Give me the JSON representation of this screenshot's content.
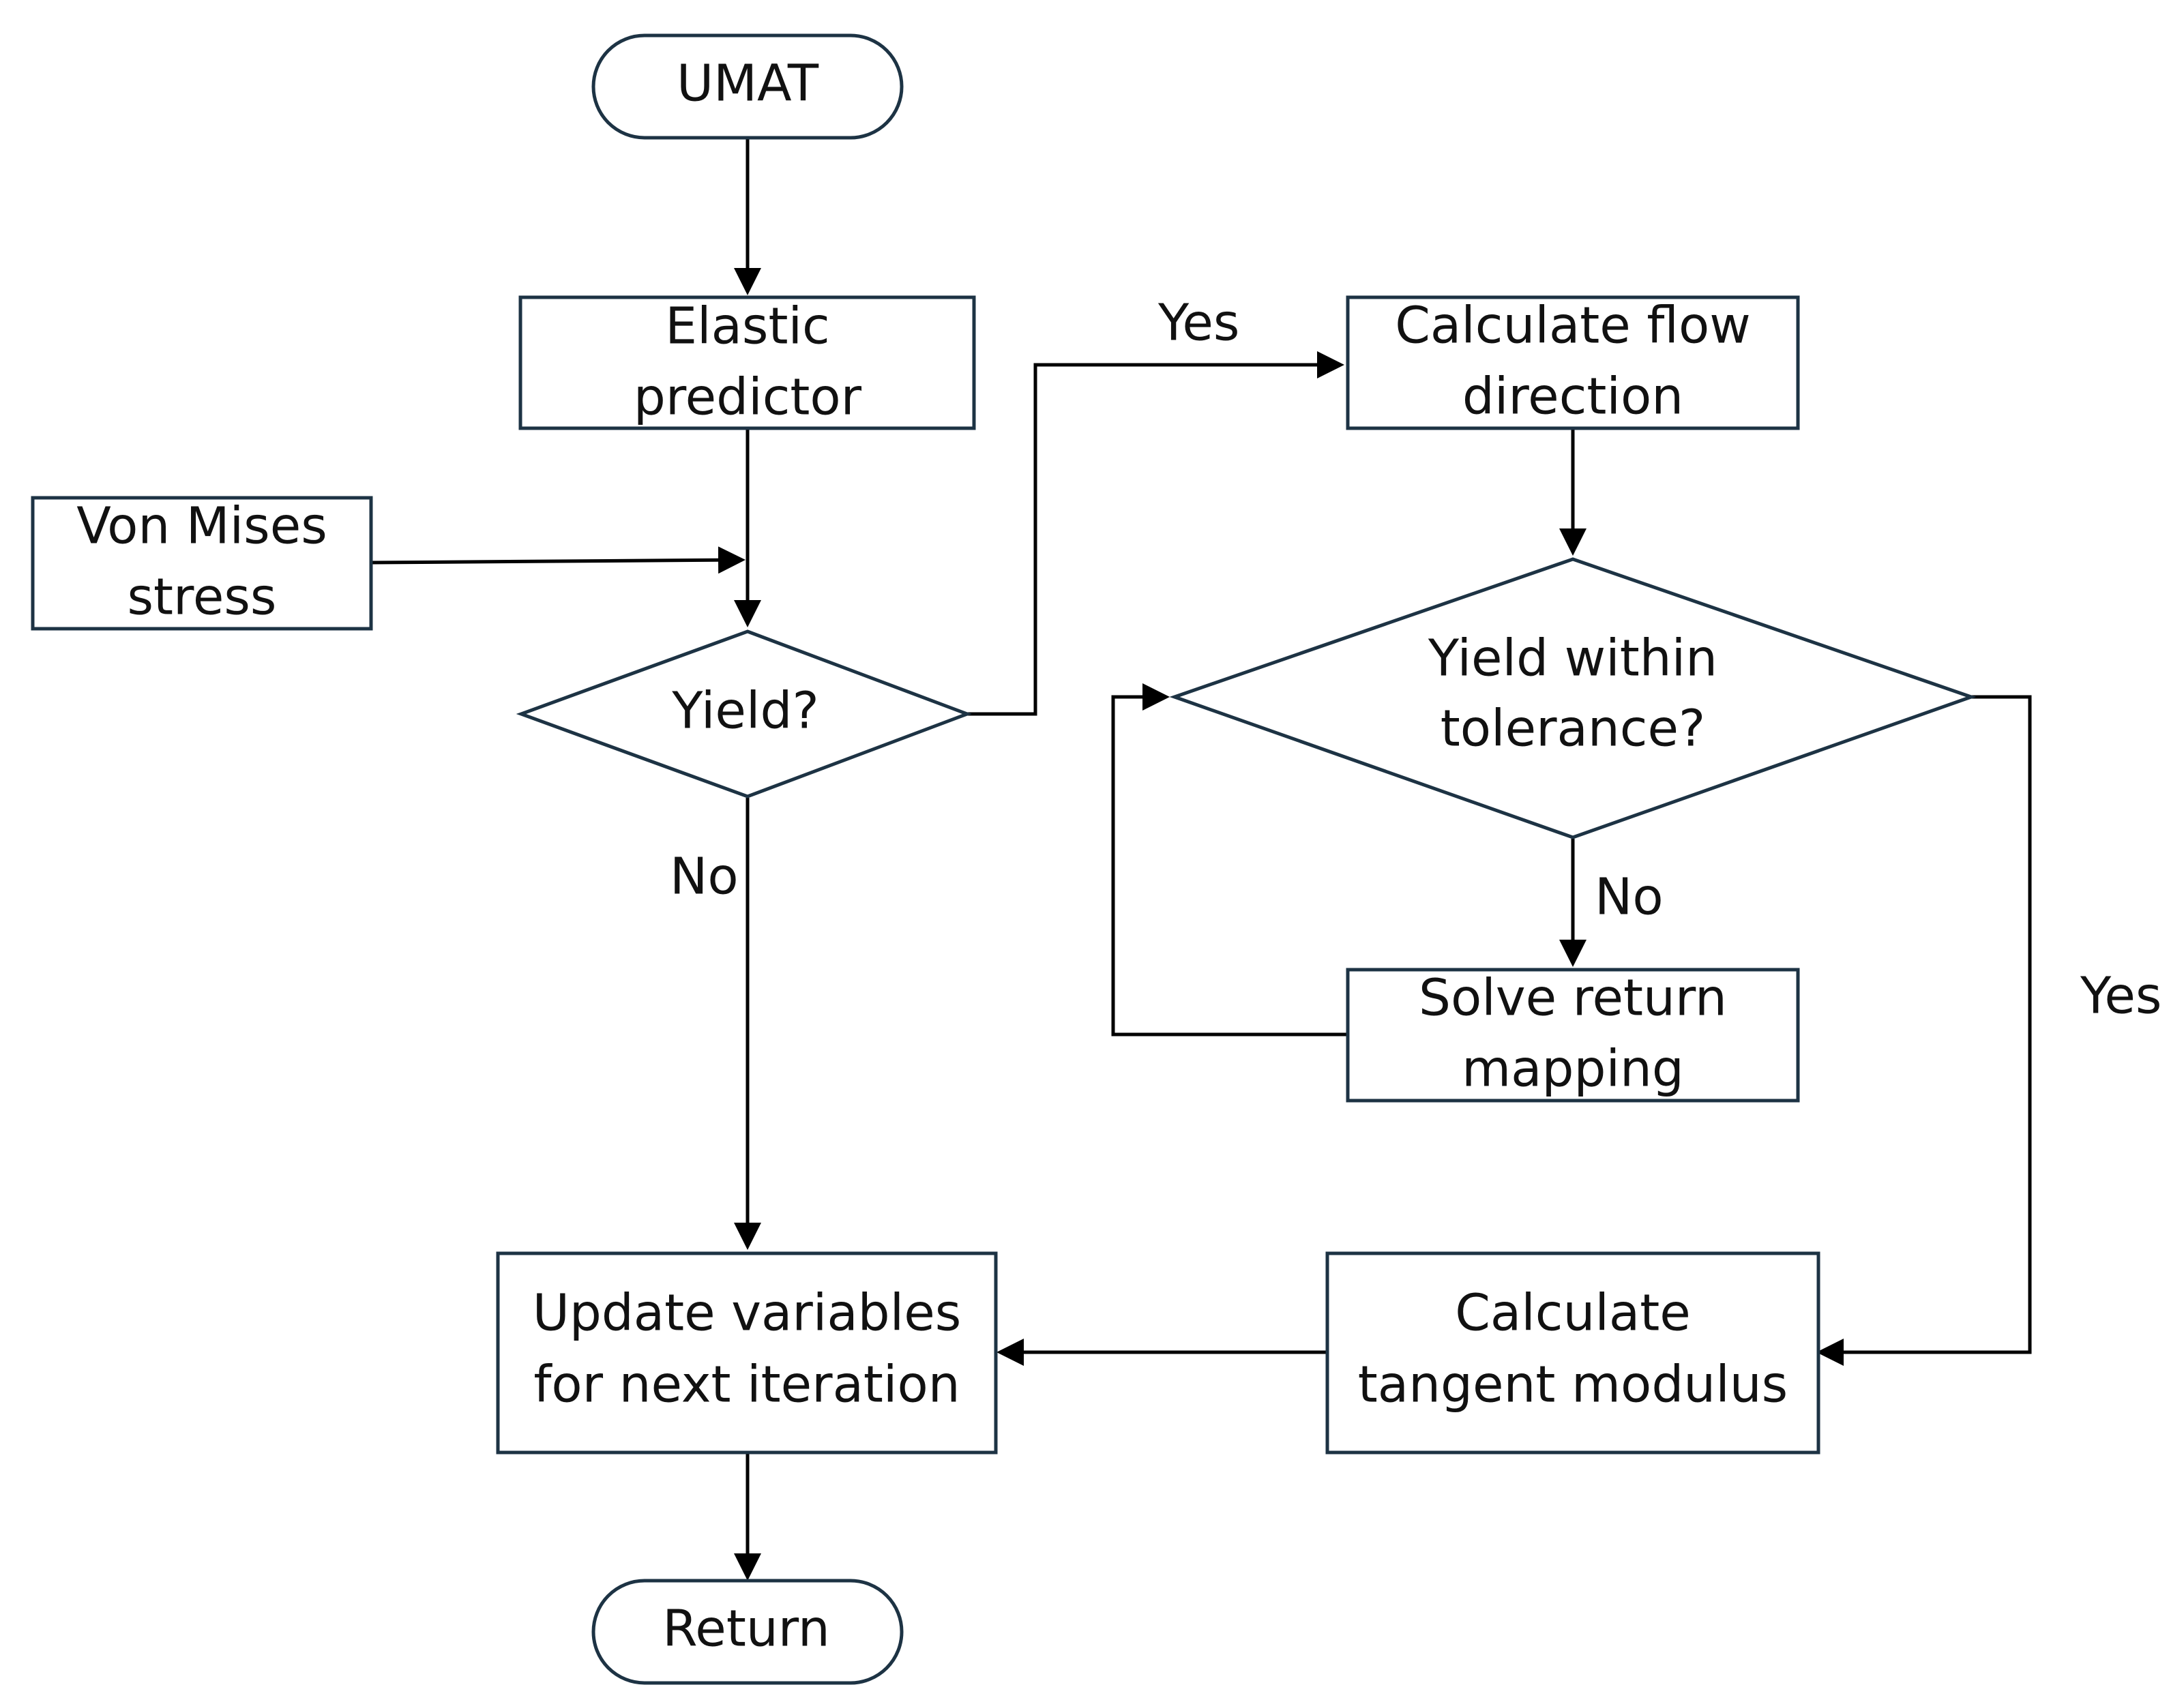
{
  "nodes": {
    "umat": "UMAT",
    "elastic_1": "Elastic",
    "elastic_2": "predictor",
    "vonmises_1": "Von Mises",
    "vonmises_2": "stress",
    "yield": "Yield?",
    "flow_1": "Calculate flow",
    "flow_2": "direction",
    "tolerance_1": "Yield within",
    "tolerance_2": "tolerance?",
    "returnmap_1": "Solve return",
    "returnmap_2": "mapping",
    "update_1": "Update variables",
    "update_2": "for next iteration",
    "tangent_1": "Calculate",
    "tangent_2": "tangent modulus",
    "return": "Return"
  },
  "edges": {
    "yield_yes": "Yes",
    "yield_no": "No",
    "tolerance_no": "No",
    "tolerance_yes": "Yes"
  },
  "colors": {
    "shape_stroke": "#1d3344",
    "arrow": "#000000",
    "text": "#111111"
  }
}
